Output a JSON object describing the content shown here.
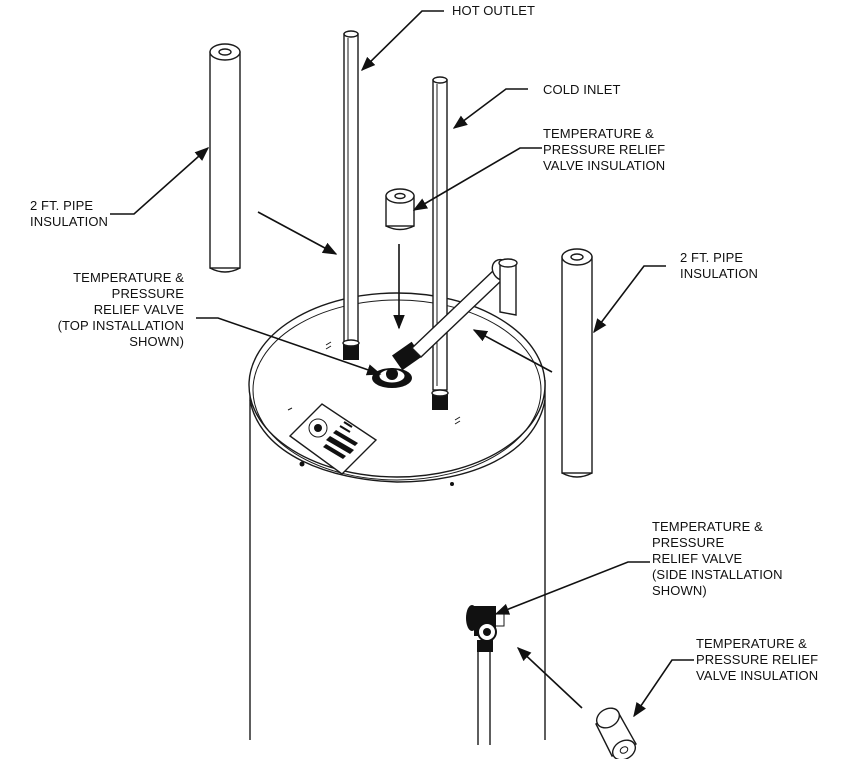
{
  "labels": {
    "hot_outlet": "HOT OUTLET",
    "cold_inlet": "COLD INLET",
    "tp_insulation_top": [
      "TEMPERATURE &",
      "PRESSURE RELIEF",
      "VALVE INSULATION"
    ],
    "pipe_insulation_left": [
      "2 FT. PIPE",
      "INSULATION"
    ],
    "pipe_insulation_right": [
      "2 FT. PIPE",
      "INSULATION"
    ],
    "tp_valve_top": [
      "TEMPERATURE &",
      "PRESSURE",
      "RELIEF VALVE",
      "(TOP INSTALLATION",
      "SHOWN)"
    ],
    "tp_valve_side": [
      "TEMPERATURE &",
      "PRESSURE",
      "RELIEF VALVE",
      "(SIDE INSTALLATION",
      "SHOWN)"
    ],
    "tp_insulation_bottom": [
      "TEMPERATURE &",
      "PRESSURE RELIEF",
      "VALVE INSULATION"
    ]
  },
  "colors": {
    "line": "#1a1a1a",
    "background": "#ffffff"
  }
}
